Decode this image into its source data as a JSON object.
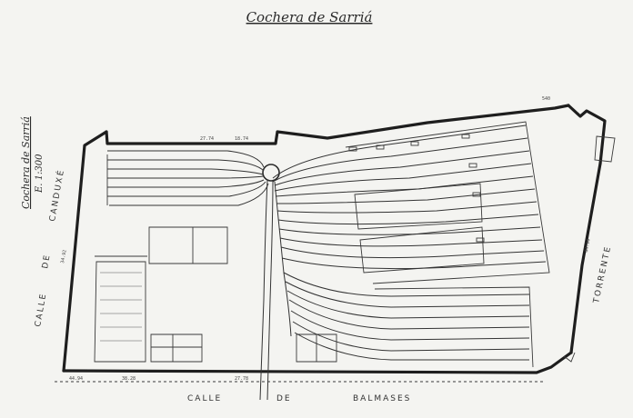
{
  "title": "Cochera de Sarriá",
  "side_note": {
    "line1": "Cochera de Sarriá",
    "line2": "E. 1:300"
  },
  "streets": {
    "bottom": [
      "CALLE",
      "DE",
      "BALMASES"
    ],
    "left": [
      "CALLE",
      "DE",
      "CANDUXÉ"
    ],
    "right": "TORRENTE"
  },
  "dimensions": {
    "left_street": "34.92",
    "top_left": "27.74",
    "top_mid": "18.74",
    "bottom_a": "44.94",
    "bottom_b": "38.28",
    "bottom_c": "27.78",
    "top_right": "540",
    "right_side": "44.94"
  },
  "colors": {
    "ink": "#2a2a2a",
    "paper": "#f4f4f1"
  }
}
